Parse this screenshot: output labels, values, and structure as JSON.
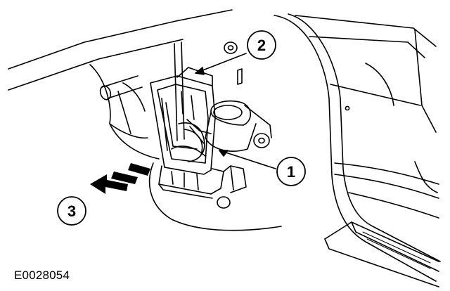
{
  "figure": {
    "id": "E0028054",
    "callouts": [
      {
        "label": "1"
      },
      {
        "label": "2"
      },
      {
        "label": "3"
      }
    ]
  },
  "colors": {
    "line": "#000000",
    "background": "#ffffff"
  }
}
